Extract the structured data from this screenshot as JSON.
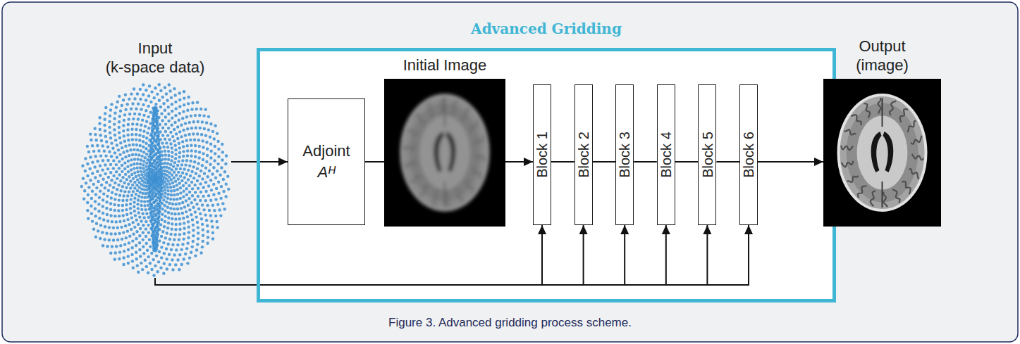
{
  "diagram": {
    "caption": "Figure 3. Advanced gridding process scheme.",
    "nodes": [
      {
        "text": [
          "Input",
          "(k-space data)"
        ]
      },
      {
        "text": [
          "Advanced Gridding"
        ]
      },
      {
        "text": [
          "Adjoint",
          "Aᴴ"
        ],
        "in": 1
      },
      {
        "text": [
          "Initial Image"
        ],
        "in": 1
      },
      {
        "text": [
          "Block 1"
        ],
        "in": 1
      },
      {
        "text": [
          "Block 2"
        ],
        "in": 1
      },
      {
        "text": [
          "Block 3"
        ],
        "in": 1
      },
      {
        "text": [
          "Block 4"
        ],
        "in": 1
      },
      {
        "text": [
          "Block 5"
        ],
        "in": 1
      },
      {
        "text": [
          "Block 6"
        ],
        "in": 1
      },
      {
        "text": [
          "Output",
          "(image)"
        ]
      }
    ],
    "edges": [
      {
        "from": 0,
        "to": 2,
        "arrow": "to"
      },
      {
        "from": 2,
        "to": 3,
        "arrow": "none"
      },
      {
        "from": 3,
        "to": 4,
        "arrow": "to"
      },
      {
        "from": 4,
        "to": 5,
        "arrow": "none"
      },
      {
        "from": 5,
        "to": 6,
        "arrow": "none"
      },
      {
        "from": 6,
        "to": 7,
        "arrow": "none"
      },
      {
        "from": 7,
        "to": 8,
        "arrow": "none"
      },
      {
        "from": 8,
        "to": 9,
        "arrow": "none"
      },
      {
        "from": 9,
        "to": 10,
        "arrow": "to"
      },
      {
        "from": 0,
        "to": 4,
        "arrow": "to"
      },
      {
        "from": 0,
        "to": 5,
        "arrow": "to"
      },
      {
        "from": 0,
        "to": 6,
        "arrow": "to"
      },
      {
        "from": 0,
        "to": 7,
        "arrow": "to"
      },
      {
        "from": 0,
        "to": 8,
        "arrow": "to"
      },
      {
        "from": 0,
        "to": 9,
        "arrow": "to"
      }
    ]
  }
}
